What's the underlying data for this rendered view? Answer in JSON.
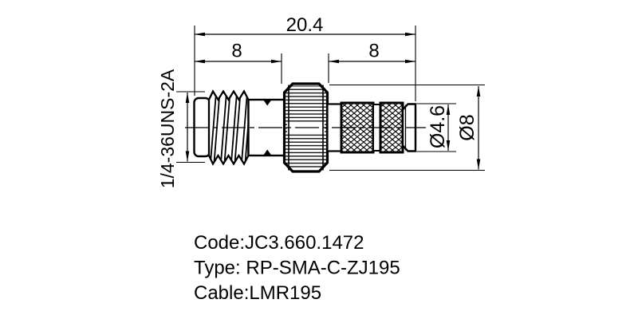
{
  "drawing": {
    "dim_overall_length": "20.4",
    "dim_left_section": "8",
    "dim_right_section": "8",
    "thread_spec": "1/4-36UNS-2A",
    "dim_tip_diameter": "Ø4.6",
    "dim_body_diameter": "Ø8"
  },
  "notes": {
    "code": "Code:JC3.660.1472",
    "type": "Type: RP-SMA-C-ZJ195",
    "cable": "Cable:LMR195"
  },
  "colors": {
    "line": "#000000",
    "background": "#ffffff"
  }
}
